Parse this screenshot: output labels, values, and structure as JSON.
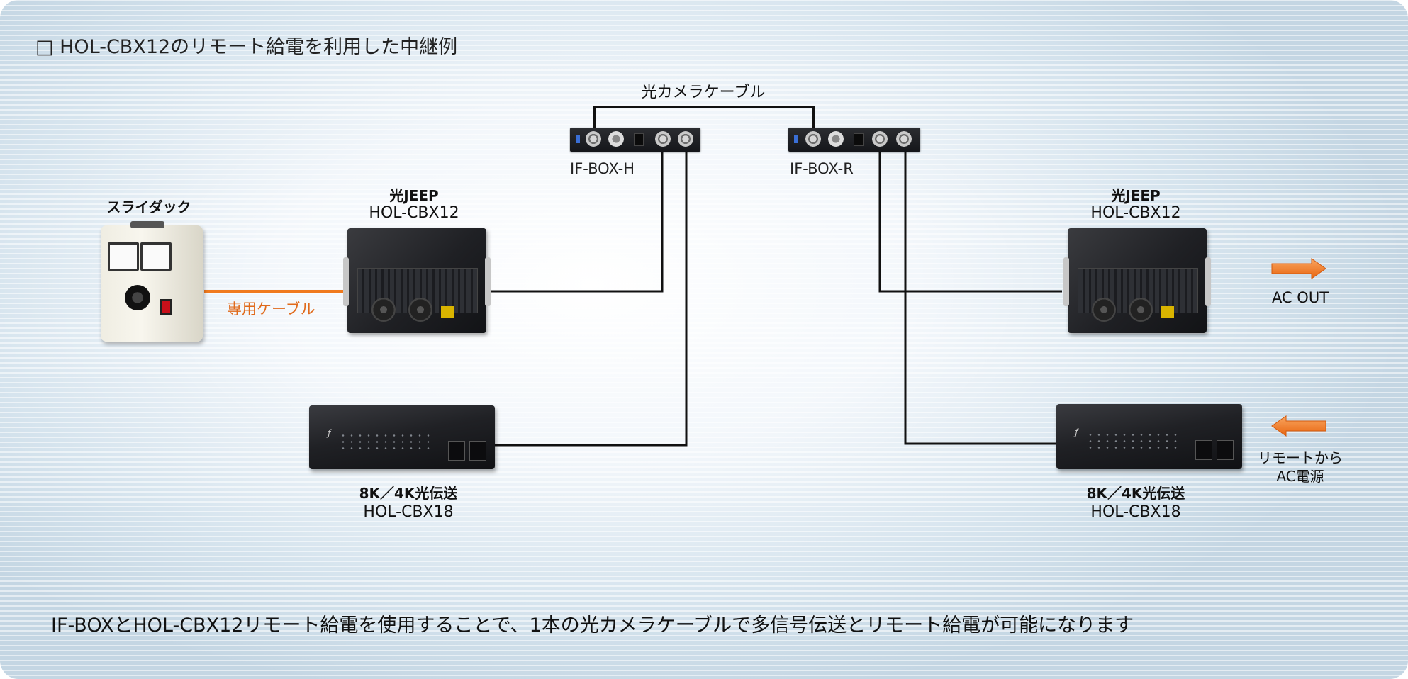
{
  "title": "□ HOL-CBX12のリモート給電を利用した中継例",
  "cable_label": "光カメラケーブル",
  "ifbox_h": {
    "label": "IF-BOX-H"
  },
  "ifbox_r": {
    "label": "IF-BOX-R"
  },
  "slidac": {
    "label": "スライダック"
  },
  "dedicated_cable": "専用ケーブル",
  "jeep_left": {
    "name": "光JEEP",
    "model": "HOL-CBX12"
  },
  "jeep_right": {
    "name": "光JEEP",
    "model": "HOL-CBX12"
  },
  "trans_left": {
    "name": "8K／4K光伝送",
    "model": "HOL-CBX18"
  },
  "trans_right": {
    "name": "8K／4K光伝送",
    "model": "HOL-CBX18"
  },
  "ac_out": "AC OUT",
  "remote_ac": {
    "line1": "リモートから",
    "line2": "AC電源"
  },
  "footer": "IF-BOXとHOL-CBX12リモート給電を使用することで、1本の光カメラケーブルで多信号伝送とリモート給電が可能になります",
  "colors": {
    "wire": "#111111",
    "orange": "#f07a1e"
  },
  "icons": [
    "slidac-icon",
    "ifbox-icon",
    "rack-unit-icon",
    "transmitter-icon",
    "arrow-right-icon",
    "arrow-left-icon"
  ]
}
